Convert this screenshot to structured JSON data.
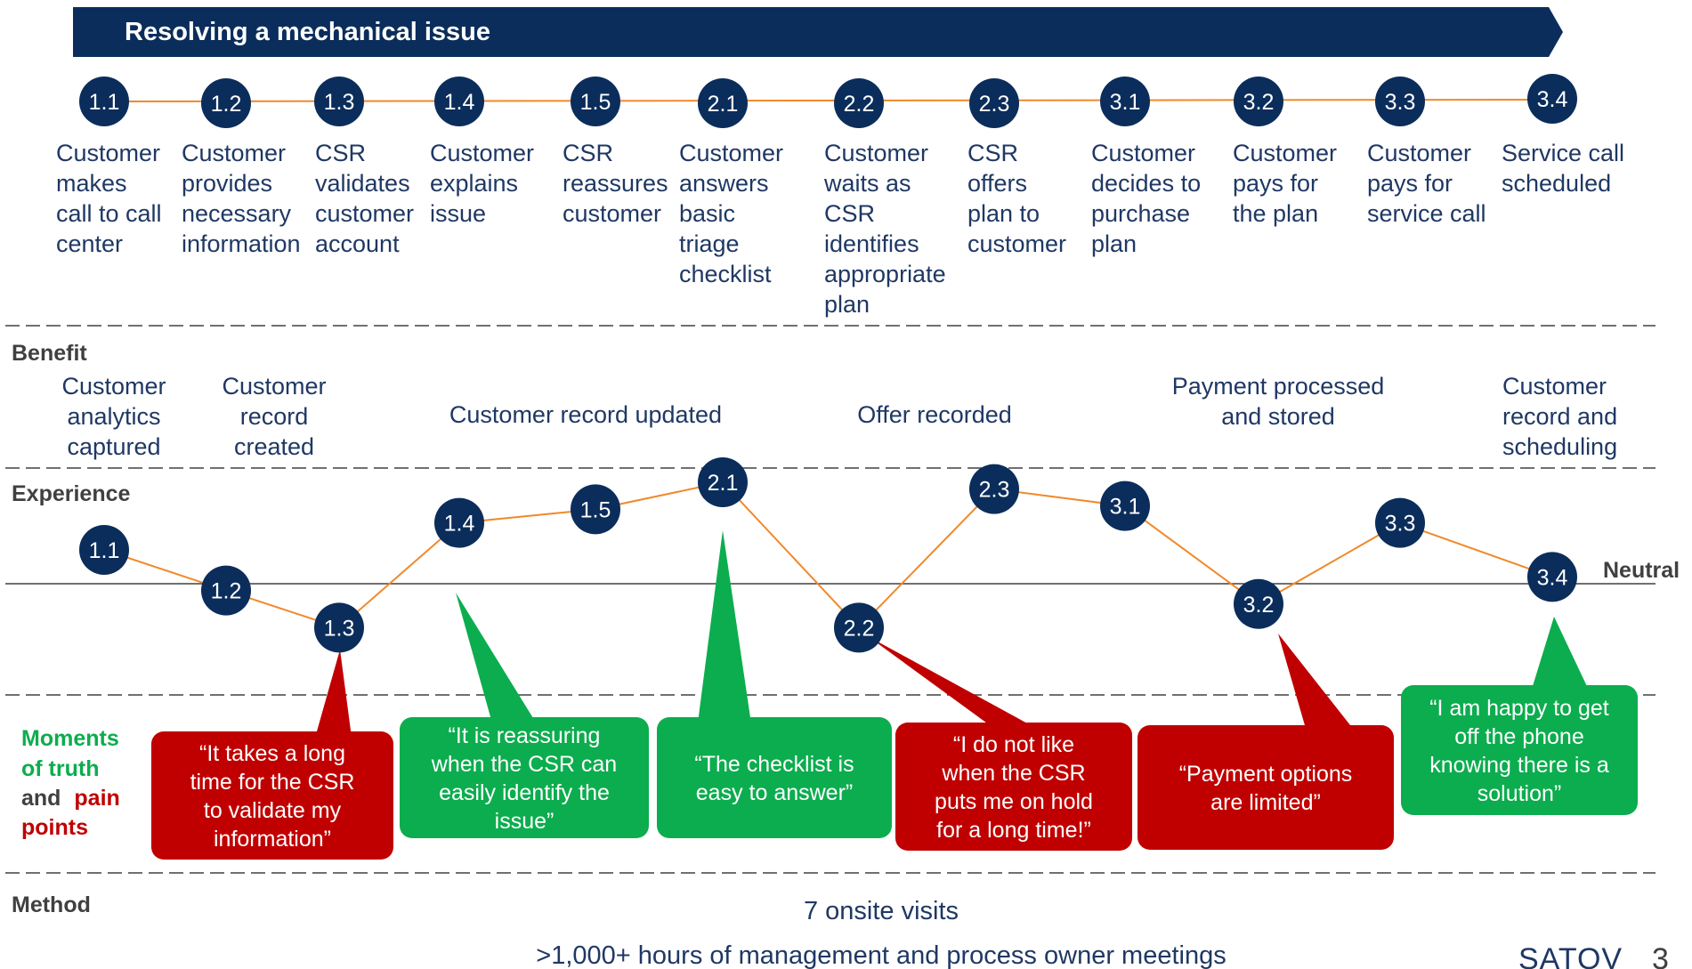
{
  "banner": {
    "title": "Resolving a mechanical issue"
  },
  "colors": {
    "navy": "#0b2d5b",
    "orange": "#f0892a",
    "green": "#0cad4e",
    "red": "#c00000",
    "gray": "#7f7f7f"
  },
  "steps": [
    {
      "id": "1.1",
      "label": [
        "Customer",
        "makes",
        "call to call",
        "center"
      ],
      "experience": 1
    },
    {
      "id": "1.2",
      "label": [
        "Customer",
        "provides",
        "necessary",
        "information"
      ],
      "experience": -0.2
    },
    {
      "id": "1.3",
      "label": [
        "CSR",
        "validates",
        "customer",
        "account"
      ],
      "experience": -1.3
    },
    {
      "id": "1.4",
      "label": [
        "Customer",
        "explains",
        "issue"
      ],
      "experience": 1.8
    },
    {
      "id": "1.5",
      "label": [
        "CSR",
        "reassures",
        "customer"
      ],
      "experience": 2.2
    },
    {
      "id": "2.1",
      "label": [
        "Customer",
        "answers",
        "basic",
        "triage",
        "checklist"
      ],
      "experience": 3.0
    },
    {
      "id": "2.2",
      "label": [
        "Customer",
        "waits as",
        "CSR",
        "identifies",
        "appropriate",
        "plan"
      ],
      "experience": -1.3
    },
    {
      "id": "2.3",
      "label": [
        "CSR",
        "offers",
        "plan to",
        "customer"
      ],
      "experience": 2.8
    },
    {
      "id": "3.1",
      "label": [
        "Customer",
        "decides to",
        "purchase",
        "plan"
      ],
      "experience": 2.3
    },
    {
      "id": "3.2",
      "label": [
        "Customer",
        "pays for",
        "the plan"
      ],
      "experience": -0.6
    },
    {
      "id": "3.3",
      "label": [
        "Customer",
        "pays for",
        "service call"
      ],
      "experience": 1.8
    },
    {
      "id": "3.4",
      "label": [
        "Service call",
        "scheduled"
      ],
      "experience": 0.2
    }
  ],
  "sections": {
    "benefit": "Benefit",
    "experience": "Experience",
    "moments": {
      "part1": "Moments",
      "part2": "of truth",
      "part3_and": "and",
      "part3_pain": "pain",
      "part4": "points"
    },
    "method": "Method"
  },
  "neutral_label": "Neutral",
  "benefits": [
    [
      "Customer",
      "analytics",
      "captured"
    ],
    [
      "Customer",
      "record",
      "created"
    ],
    [
      "Customer record updated"
    ],
    [
      "Offer recorded"
    ],
    [
      "Payment processed",
      "and stored"
    ],
    [
      "Customer",
      "record and",
      "scheduling"
    ]
  ],
  "quotes": [
    {
      "step": "1.3",
      "tone": "pain",
      "lines": [
        "“It takes a long",
        "time for the CSR",
        "to validate my",
        "information”"
      ]
    },
    {
      "step": "1.4",
      "tone": "positive",
      "lines": [
        "“It is reassuring",
        "when the CSR can",
        "easily identify the",
        "issue”"
      ]
    },
    {
      "step": "2.1",
      "tone": "positive",
      "lines": [
        "“The checklist is",
        "easy to answer”"
      ]
    },
    {
      "step": "2.2",
      "tone": "pain",
      "lines": [
        "“I do not like",
        "when the CSR",
        "puts me on hold",
        "for a long time!”"
      ]
    },
    {
      "step": "3.2",
      "tone": "pain",
      "lines": [
        "“Payment options",
        "are limited”"
      ]
    },
    {
      "step": "3.4",
      "tone": "positive",
      "lines": [
        "“I am happy to get",
        "off the phone",
        "knowing there is a",
        "solution”"
      ]
    }
  ],
  "method": [
    "7 onsite visits",
    ">1,000+ hours of management and process owner meetings"
  ],
  "footer": {
    "brand": "SATOV",
    "page": "3"
  }
}
